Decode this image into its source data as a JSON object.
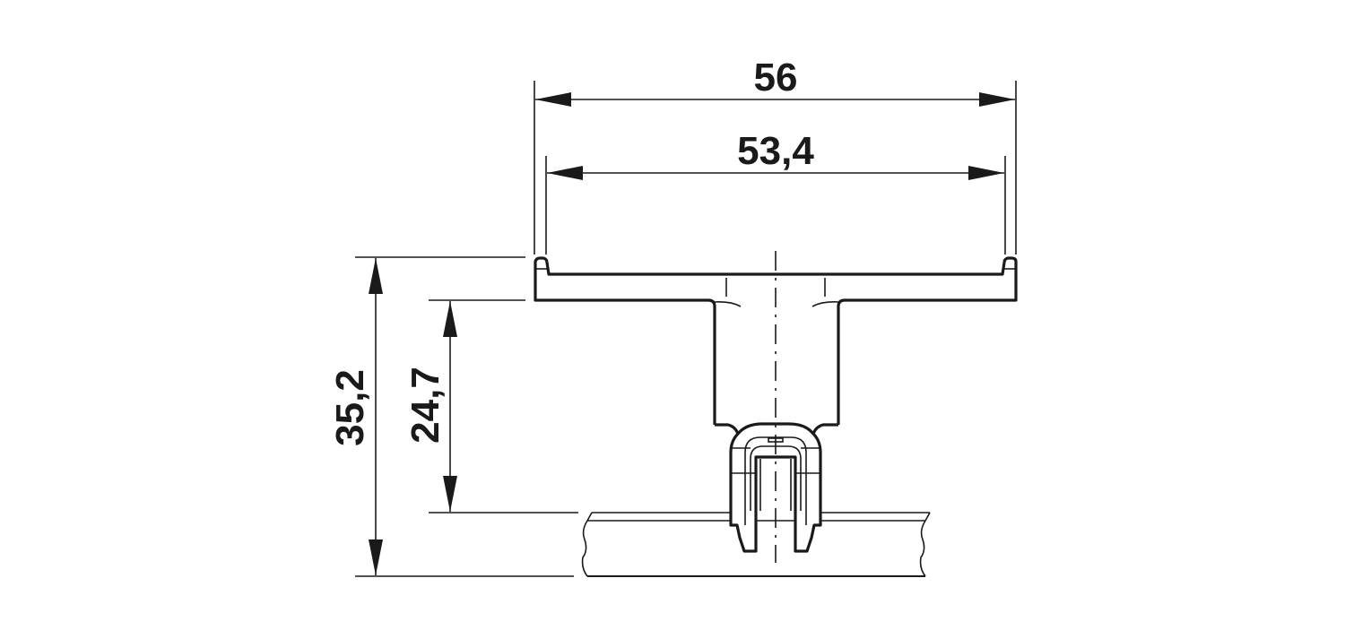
{
  "dimensions": {
    "overall_width": "56",
    "inner_width": "53,4",
    "overall_height": "35,2",
    "rail_to_flange_height": "24,7"
  },
  "colors": {
    "line": "#1a1a1a",
    "background": "#ffffff"
  }
}
